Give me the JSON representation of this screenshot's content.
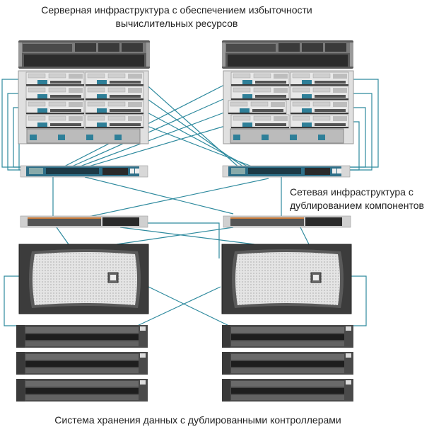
{
  "labels": {
    "server_title_line1": "Серверная инфраструктура с обеспечением избыточности",
    "server_title_line2": "вычислительных ресурсов",
    "network_title_line1": "Сетевая инфраструктура с",
    "network_title_line2": "дублированием компонентов",
    "storage_title": "Система хранения данных с дублированными контроллерами"
  },
  "colors": {
    "link": "#2E8A9E",
    "chassis": "#c8c8c8",
    "accent": "#2e7f98",
    "dark": "#3a3a3a"
  },
  "nodes": {
    "rack_servers": [
      {
        "id": "rack-server-left",
        "side": "left"
      },
      {
        "id": "rack-server-right",
        "side": "right"
      }
    ],
    "blade_chassis": [
      {
        "id": "blade-chassis-left",
        "side": "left",
        "blades": 8,
        "psu": 4
      },
      {
        "id": "blade-chassis-right",
        "side": "right",
        "blades": 8,
        "psu": 4
      }
    ],
    "fabric_interconnects": [
      {
        "id": "fabric-interconnect-left",
        "side": "left"
      },
      {
        "id": "fabric-interconnect-right",
        "side": "right"
      }
    ],
    "switches": [
      {
        "id": "switch-left",
        "side": "left"
      },
      {
        "id": "switch-right",
        "side": "right"
      }
    ],
    "storage_controllers": [
      {
        "id": "storage-controller-left",
        "side": "left"
      },
      {
        "id": "storage-controller-right",
        "side": "right"
      }
    ],
    "disk_shelves": [
      {
        "id": "disk-shelf-left",
        "side": "left",
        "count": 3
      },
      {
        "id": "disk-shelf-right",
        "side": "right",
        "count": 3
      }
    ]
  }
}
